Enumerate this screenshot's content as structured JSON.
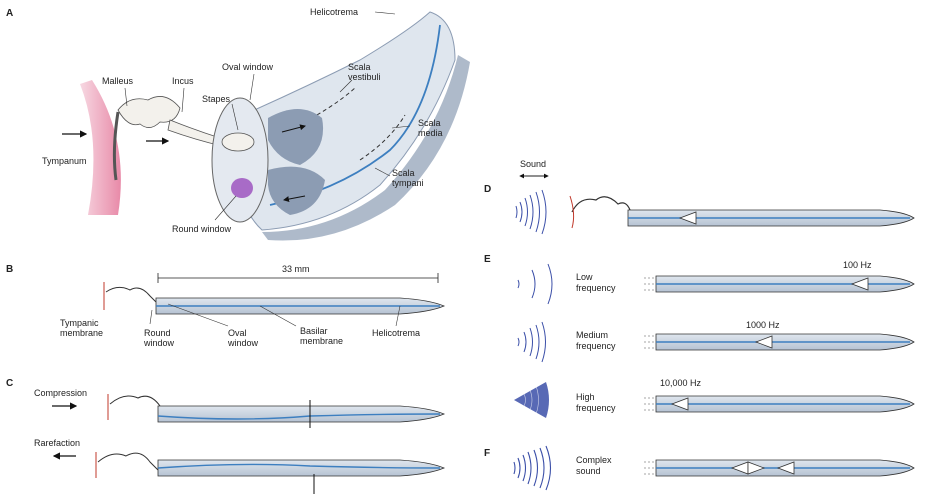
{
  "panels": {
    "a": "A",
    "b": "B",
    "c": "C",
    "d": "D",
    "e": "E",
    "f": "F"
  },
  "panel_a": {
    "helicotrema": "Helicotrema",
    "malleus": "Malleus",
    "incus": "Incus",
    "oval_window": "Oval window",
    "scala_vestibuli": [
      "Scala",
      "vestibuli"
    ],
    "stapes": "Stapes",
    "scala_media": [
      "Scala",
      "media"
    ],
    "tympanum": "Tympanum",
    "scala_tympani": [
      "Scala",
      "tympani"
    ],
    "round_window": "Round window"
  },
  "panel_b": {
    "length": "33 mm",
    "tympanic_membrane": [
      "Tympanic",
      "membrane"
    ],
    "round_window": [
      "Round",
      "window"
    ],
    "oval_window": [
      "Oval",
      "window"
    ],
    "basilar_membrane": [
      "Basilar",
      "membrane"
    ],
    "helicotrema": "Helicotrema"
  },
  "panel_c": {
    "compression": "Compression",
    "rarefaction": "Rarefaction"
  },
  "panel_d": {
    "sound": "Sound"
  },
  "panel_e": {
    "low": {
      "label": [
        "Low",
        "frequency"
      ],
      "hz": "100 Hz"
    },
    "medium": {
      "label": [
        "Medium",
        "frequency"
      ],
      "hz": "1000 Hz"
    },
    "high": {
      "label": [
        "High",
        "frequency"
      ],
      "hz": "10,000 Hz"
    }
  },
  "panel_f": {
    "complex": [
      "Complex",
      "sound"
    ]
  },
  "colors": {
    "cochlea_fill": "#c9d3e0",
    "cochlea_dark": "#8c9cb3",
    "basilar_blue": "#3d7fc0",
    "sound_blue": "#3b4fa8",
    "eardrum_pink": "#e9a3b8",
    "round_window_purple": "#a86bc7"
  }
}
